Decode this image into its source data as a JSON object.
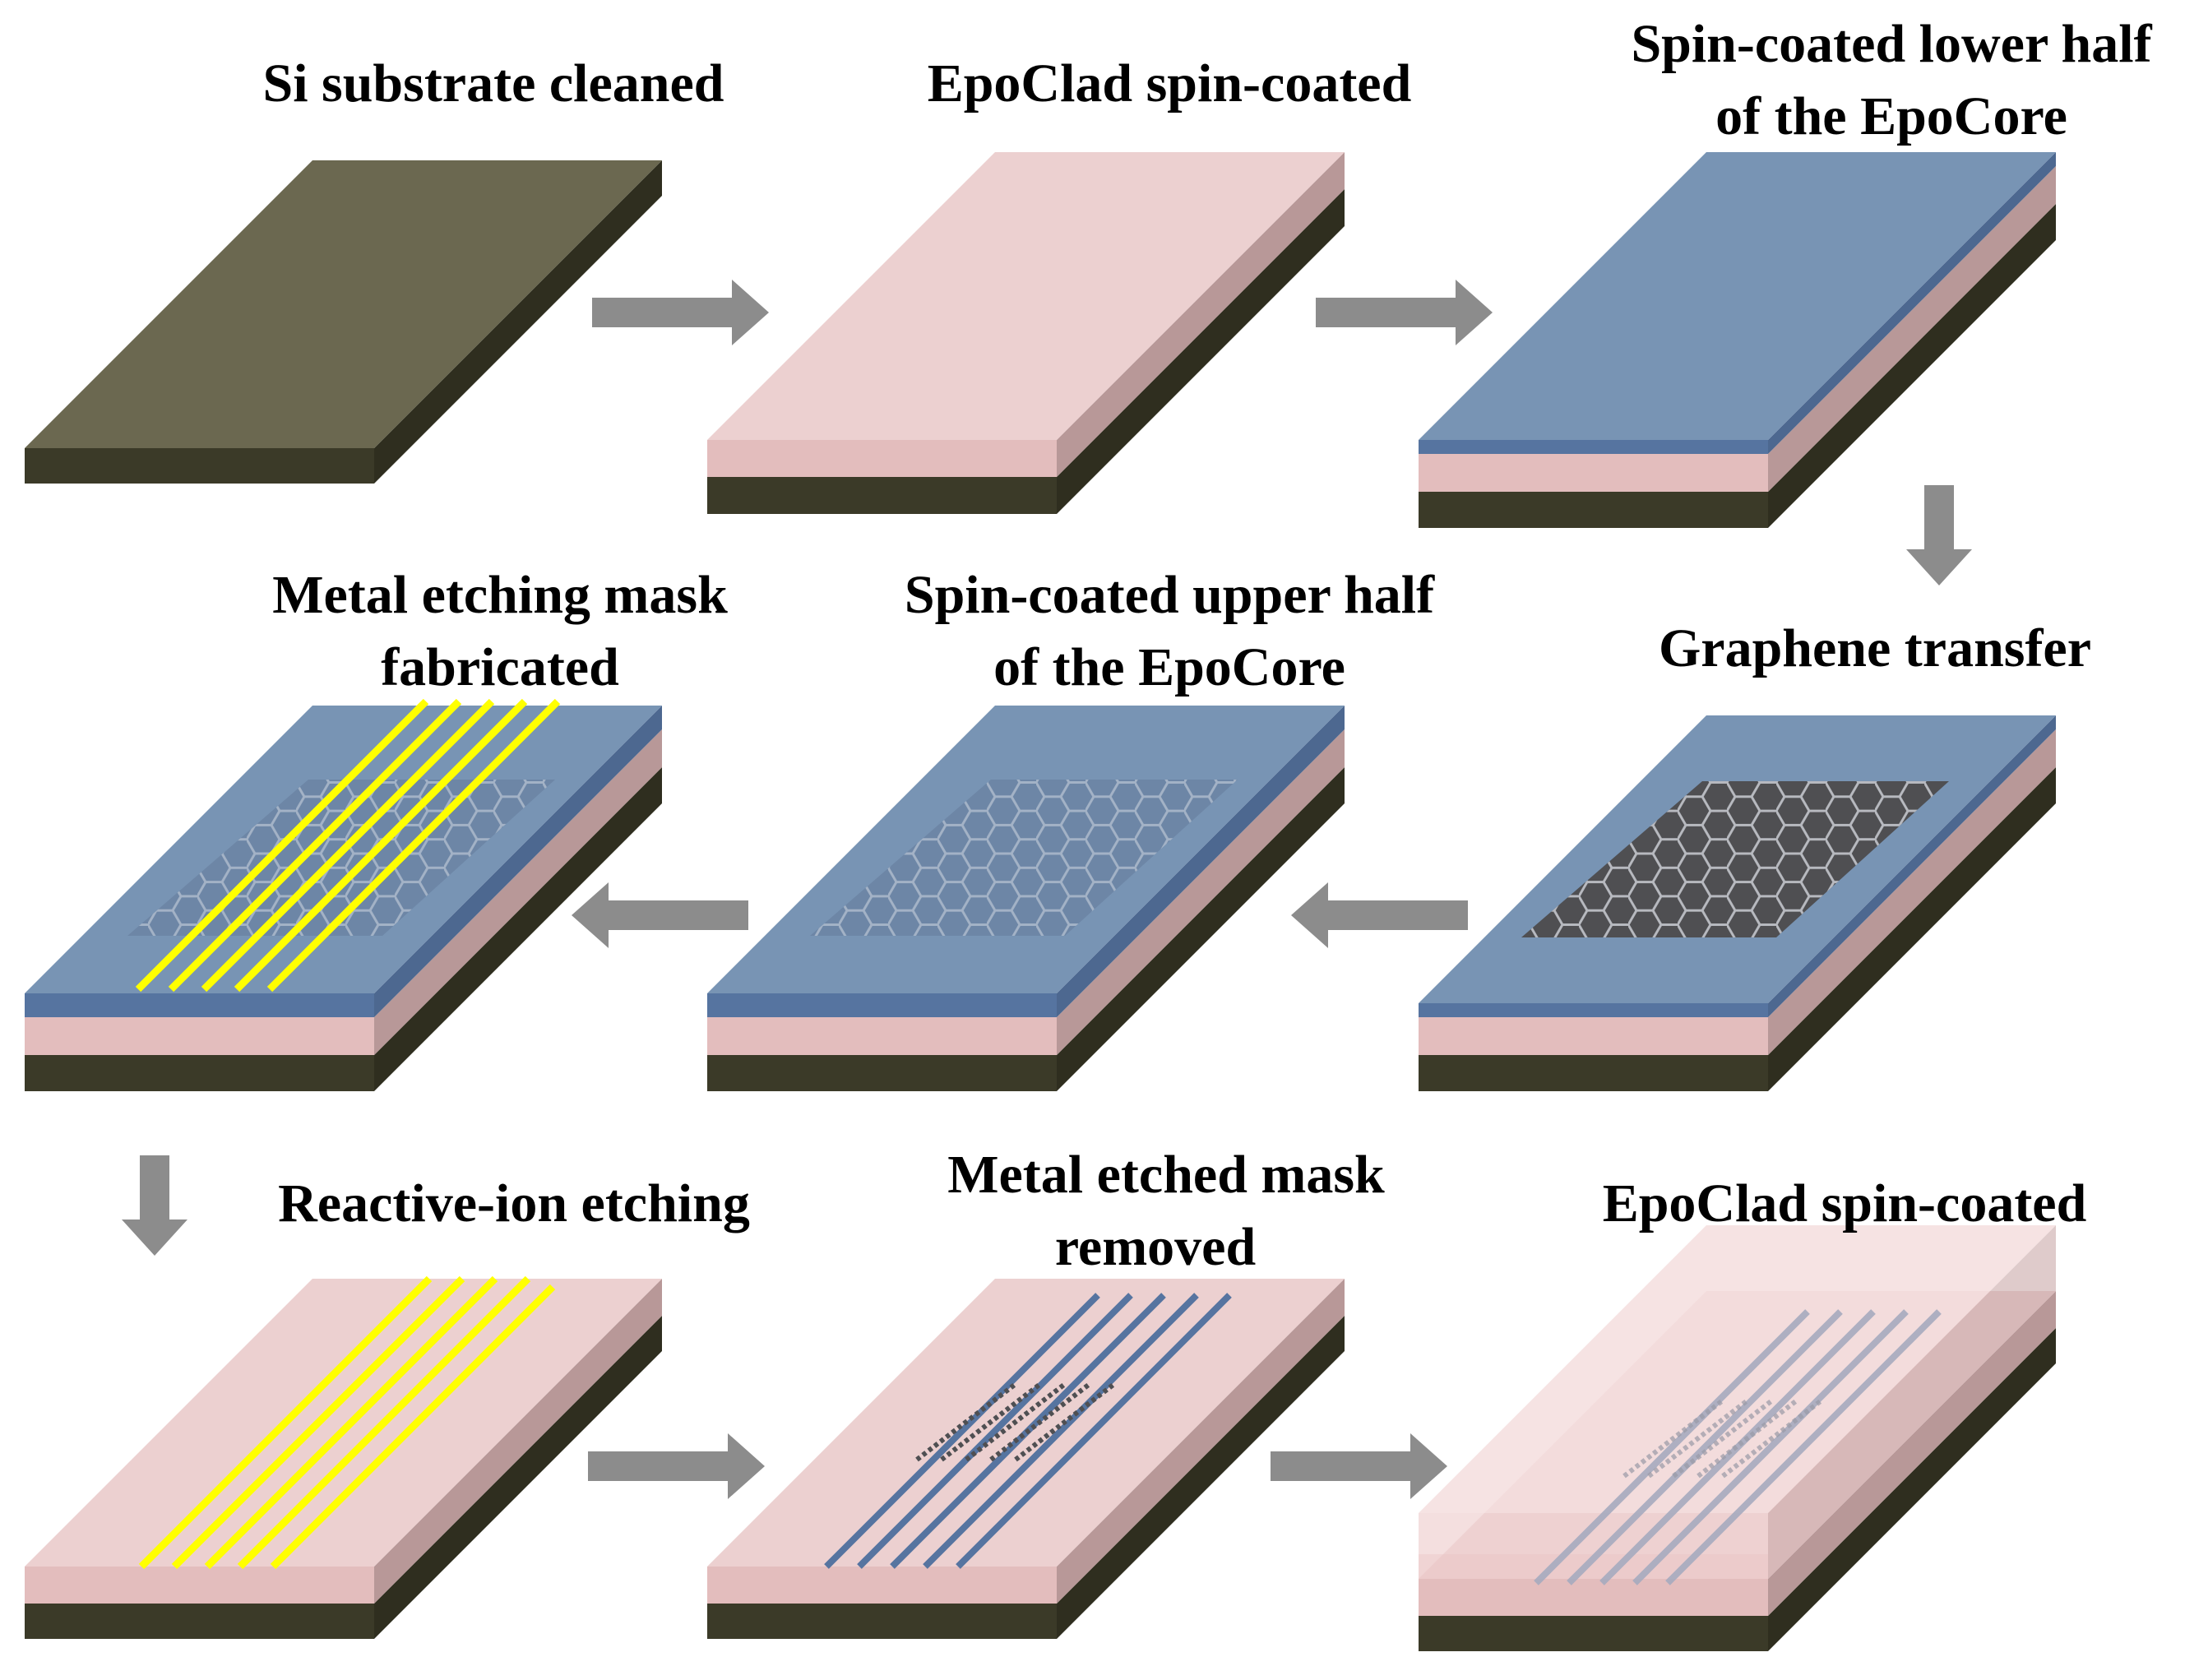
{
  "steps": [
    {
      "line1": "Si substrate cleaned",
      "line2": ""
    },
    {
      "line1": "EpoClad spin-coated",
      "line2": ""
    },
    {
      "line1": "Spin-coated lower half",
      "line2": "of the EpoCore"
    },
    {
      "line1": "Graphene transfer",
      "line2": ""
    },
    {
      "line1": "Spin-coated upper half",
      "line2": "of the EpoCore"
    },
    {
      "line1": "Metal etching mask",
      "line2": "fabricated"
    },
    {
      "line1": "Reactive-ion etching",
      "line2": ""
    },
    {
      "line1": "Metal etched mask",
      "line2": "removed"
    },
    {
      "line1": "EpoClad spin-coated",
      "line2": ""
    }
  ],
  "colors": {
    "silicon": "#6b6850",
    "silicon_dark": "#3b3a28",
    "epoclad": "#ecd0d0",
    "epocore": "#7894b4",
    "graphene": "#4f4f52",
    "metal_mask": "#ffff00",
    "arrow": "#8c8c8c"
  }
}
